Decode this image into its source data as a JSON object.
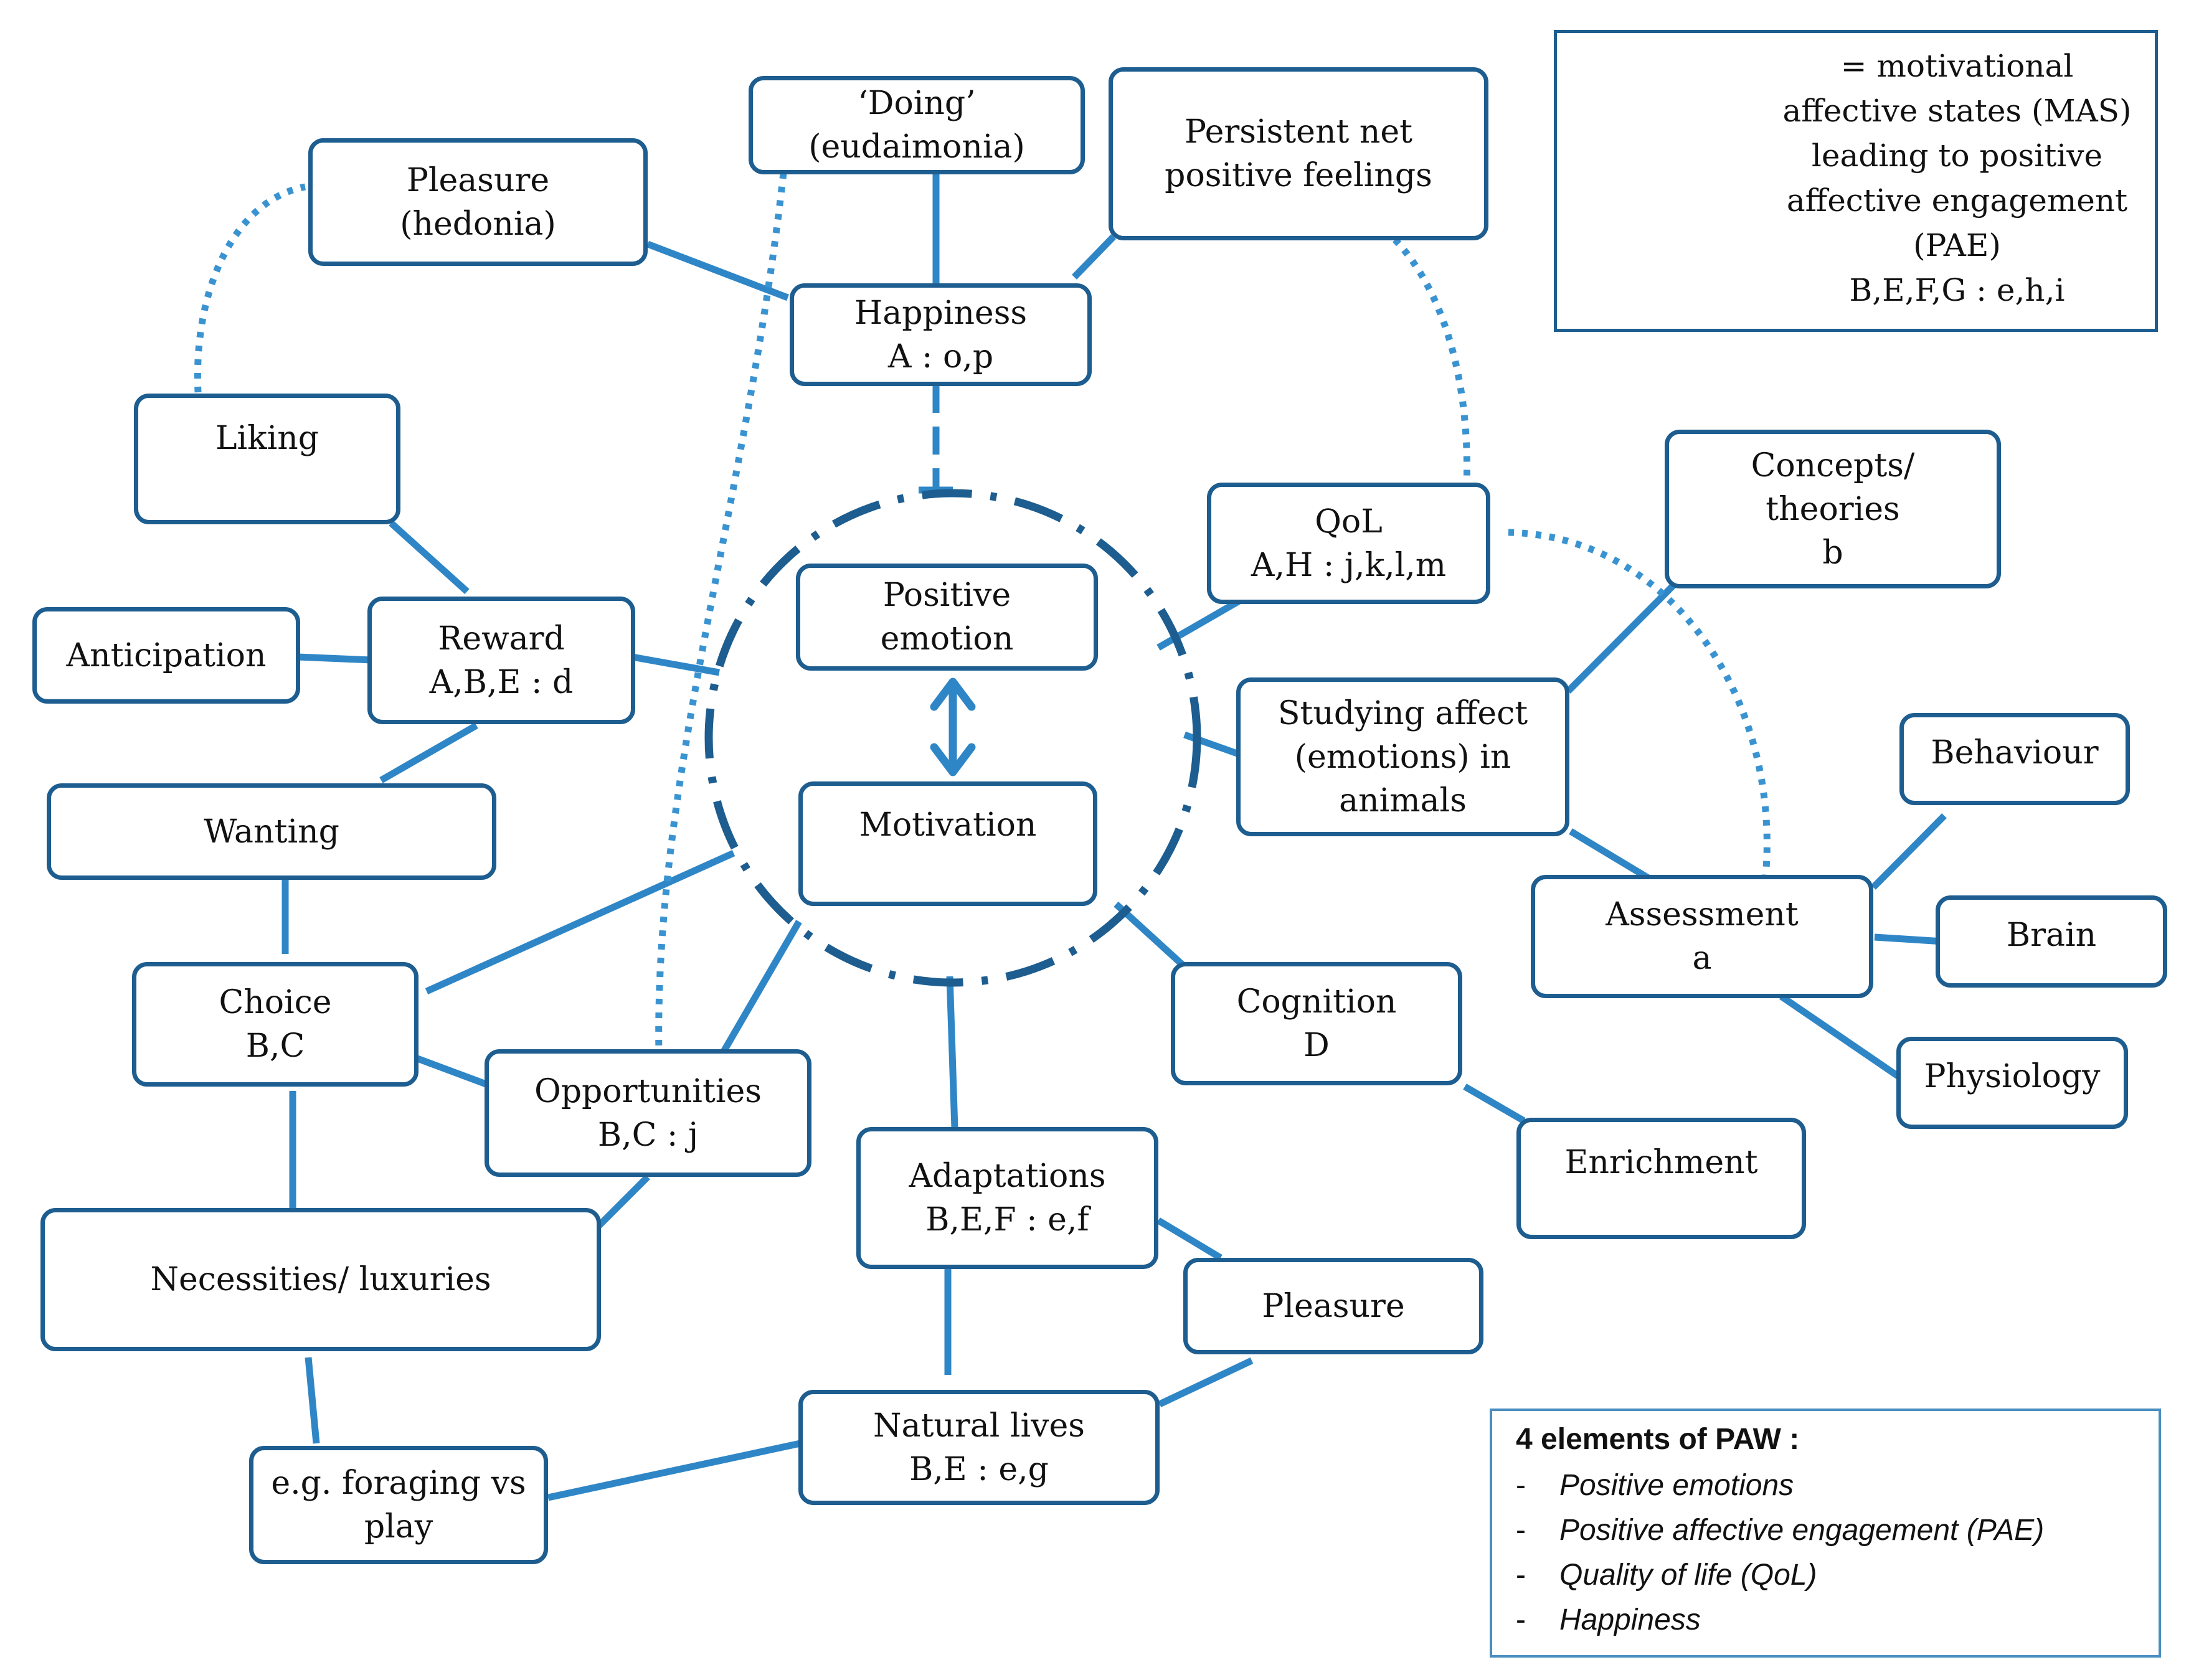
{
  "nodes": {
    "happiness": {
      "line1": "Happiness",
      "line2": "A : o,p"
    },
    "doing": {
      "line1": "‘Doing’",
      "line2": "(eudaimonia)"
    },
    "persistent": {
      "line1": "Persistent  net",
      "line2": "positive  feelings"
    },
    "pleasure_hedonia": {
      "line1": "Pleasure",
      "line2": "(hedonia)"
    },
    "liking": {
      "line1": "Liking"
    },
    "reward": {
      "line1": "Reward",
      "line2": "A,B,E : d"
    },
    "anticipation": {
      "line1": "Anticipation"
    },
    "wanting": {
      "line1": "Wanting"
    },
    "choice": {
      "line1": "Choice",
      "line2": "B,C"
    },
    "opportunities": {
      "line1": "Opportunities",
      "line2": "B,C : j"
    },
    "necessities": {
      "line1": "Necessities/  luxuries"
    },
    "foraging": {
      "line1": "e.g. foraging  vs",
      "line2": "play"
    },
    "natural_lives": {
      "line1": "Natural  lives",
      "line2": "B,E : e,g"
    },
    "adaptations": {
      "line1": "Adaptations",
      "line2": "B,E,F : e,f"
    },
    "pleasure": {
      "line1": "Pleasure"
    },
    "positive_emotion": {
      "line1": "Positive",
      "line2": "emotion"
    },
    "motivation": {
      "line1": "Motivation"
    },
    "qol": {
      "line1": "QoL",
      "line2": "A,H : j,k,l,m"
    },
    "concepts": {
      "line1": "Concepts/",
      "line2": "theories",
      "line3": "b"
    },
    "studying": {
      "line1": "Studying  affect",
      "line2": "(emotions)  in",
      "line3": "animals"
    },
    "assessment": {
      "line1": "Assessment",
      "line2": "a"
    },
    "behaviour": {
      "line1": "Behaviour"
    },
    "brain": {
      "line1": "Brain"
    },
    "physiology": {
      "line1": "Physiology"
    },
    "cognition": {
      "line1": "Cognition",
      "line2": "D"
    },
    "enrichment": {
      "line1": "Enrichment"
    }
  },
  "legend": {
    "line1": "= motivational",
    "line2": "affective  states  (MAS)",
    "line3": "leading  to positive",
    "line4": "affective  engagement",
    "line5": "(PAE)",
    "line6": "B,E,F,G : e,h,i"
  },
  "paw": {
    "title": "4 elements of PAW :",
    "items": [
      "Positive emotions",
      "Positive affective engagement (PAE)",
      "Quality of life (QoL)",
      "Happiness"
    ]
  },
  "colors": {
    "line": "#2f86c6",
    "border": "#1d5d8f",
    "dotted": "#3a93d1"
  }
}
